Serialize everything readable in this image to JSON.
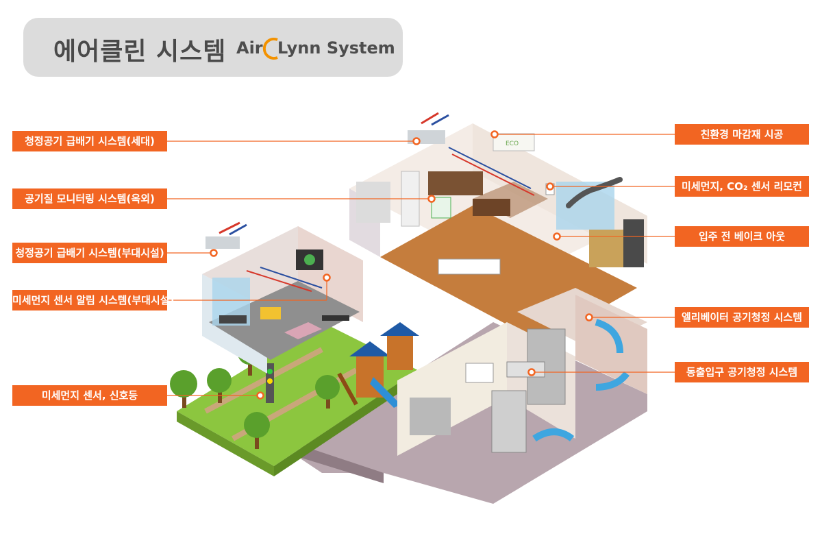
{
  "header": {
    "title_korean": "에어클린 시스템",
    "brand_air": "Air",
    "brand_lynn": "Lynn System"
  },
  "colors": {
    "accent": "#f26522",
    "title_bg": "#dcdcdc",
    "title_text": "#4a4a4a"
  },
  "callouts_left": [
    {
      "label": "청정공기 급배기 시스템(세대)"
    },
    {
      "label": "공기질 모니터링 시스템(옥외)"
    },
    {
      "label": "청정공기 급배기 시스템(부대시설)"
    },
    {
      "label": "미세먼지 센서 알림 시스템(부대시설)"
    },
    {
      "label": "미세먼지 센서, 신호등"
    }
  ],
  "callouts_right": [
    {
      "label": "친환경 마감재 시공"
    },
    {
      "label": "미세먼지, CO₂ 센서 리모컨"
    },
    {
      "label": "입주 전 베이크 아웃"
    },
    {
      "label": "엘리베이터 공기청정 시스템"
    },
    {
      "label": "동출입구 공기청정 시스템"
    }
  ],
  "labels": {
    "eco": "ECO"
  }
}
